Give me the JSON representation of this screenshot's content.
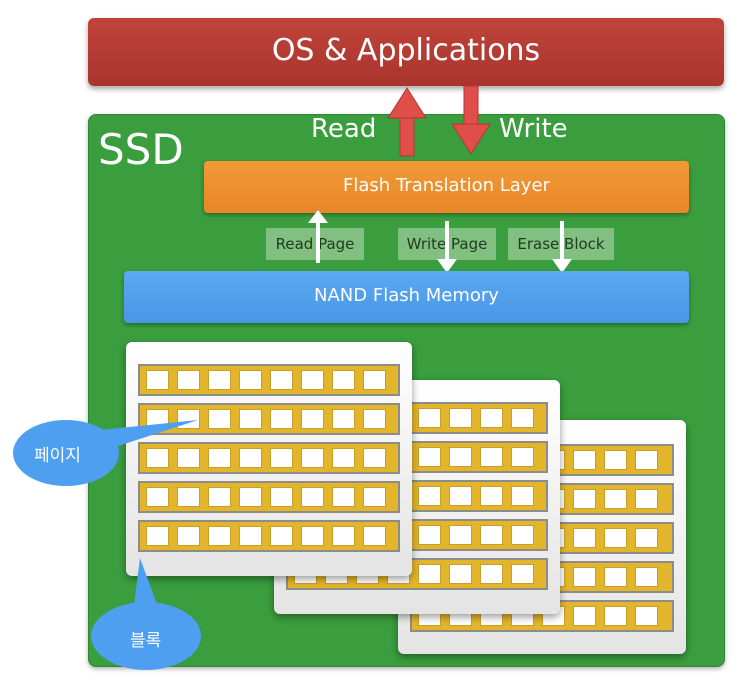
{
  "os_bar": {
    "label": "OS & Applications"
  },
  "ssd": {
    "label": "SSD",
    "read_label": "Read",
    "write_label": "Write",
    "ftl_label": "Flash Translation Layer",
    "nand_label": "NAND Flash Memory",
    "ops": [
      "Read Page",
      "Write Page",
      "Erase Block"
    ]
  },
  "callouts": {
    "page": "페이지",
    "block": "블록"
  },
  "colors": {
    "os_bar": "#b23c33",
    "ssd_bg": "#3a9e3e",
    "ftl": "#ef922f",
    "nand": "#55a3ef",
    "arrow_red": "#e04e4a",
    "page_row": "#e2b52a",
    "callout": "#4e9ff0"
  }
}
